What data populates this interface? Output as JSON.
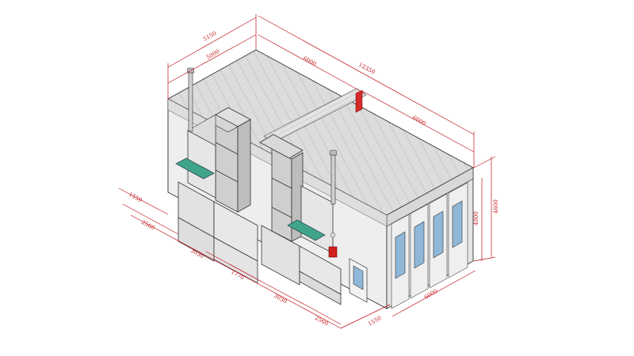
{
  "colors": {
    "dimension": "#c0141c",
    "roof": "#d9d9d9",
    "wall": "#ececec",
    "duct": "#c9c9c9",
    "filter": "#3fa58a",
    "glass": "#8fb7d8",
    "outline": "#333333"
  },
  "dimensions": {
    "overall_length": "12350",
    "width_outer": "5150",
    "width_inner": "5000",
    "roof_mid": "6000",
    "roof_front": "6000",
    "height_total": "4600",
    "height_wall": "4000",
    "front_width": "6000",
    "side_1550_left": "1550",
    "side_2560_left": "2560",
    "side_3030_left": "3030",
    "side_1770": "1770",
    "side_3030_right": "3030",
    "side_2560_right": "2560",
    "side_1550_right": "1550"
  },
  "icons": {
    "fire_alarm": "red-fire-box-icon",
    "access_door": "side-door-icon"
  }
}
